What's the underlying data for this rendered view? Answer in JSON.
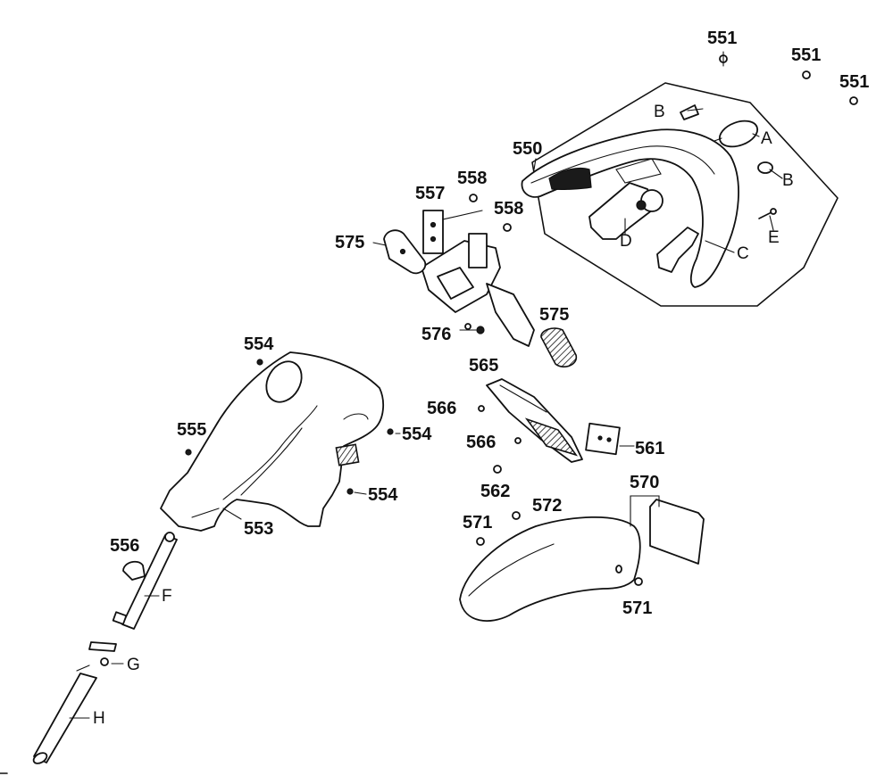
{
  "callouts": {
    "p551a": "551",
    "p551b": "551",
    "p551c": "551",
    "p550": "550",
    "p557": "557",
    "p558a": "558",
    "p558b": "558",
    "p575a": "575",
    "p575b": "575",
    "p576": "576",
    "p554a": "554",
    "p554b": "554",
    "p554c": "554",
    "p555": "555",
    "p553": "553",
    "p556": "556",
    "p565": "565",
    "p566a": "566",
    "p566b": "566",
    "p561": "561",
    "p562": "562",
    "p572": "572",
    "p571a": "571",
    "p571b": "571",
    "p570": "570"
  },
  "letters": {
    "A": "A",
    "B1": "B",
    "B2": "B",
    "C": "C",
    "D": "D",
    "E": "E",
    "F": "F",
    "G": "G",
    "H": "H"
  }
}
